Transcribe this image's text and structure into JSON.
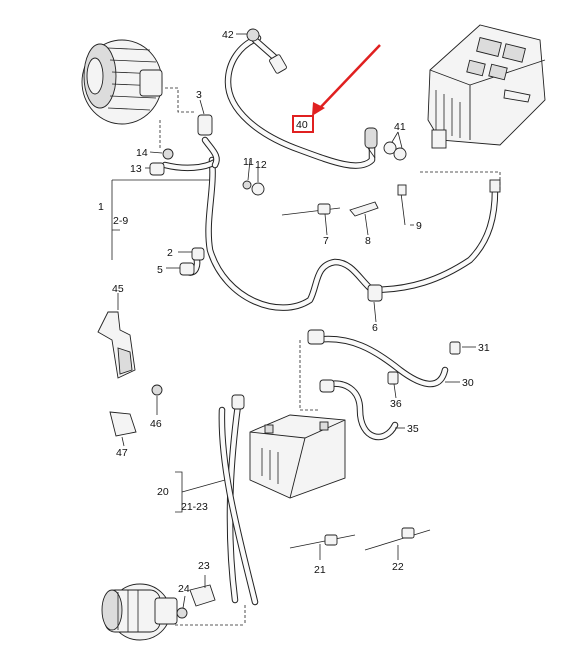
{
  "callouts": {
    "c1": "1",
    "c2_9": "2-9",
    "c2": "2",
    "c3": "3",
    "c5": "5",
    "c6": "6",
    "c7": "7",
    "c8": "8",
    "c9": "9",
    "c11": "11",
    "c12": "12",
    "c13": "13",
    "c14": "14",
    "c20": "20",
    "c21": "21",
    "c21_23": "21-23",
    "c22": "22",
    "c23": "23",
    "c24": "24",
    "c30": "30",
    "c31": "31",
    "c35": "35",
    "c36": "36",
    "c40": "40",
    "c41": "41",
    "c42": "42",
    "c45": "45",
    "c46": "46",
    "c47": "47"
  },
  "highlight": {
    "part": "40",
    "color": "#e02020"
  },
  "icons": {
    "alternator": "alternator-icon",
    "fuse_box": "fuse-relay-box-icon",
    "battery": "battery-icon",
    "starter": "starter-motor-icon",
    "bracket": "bracket-icon"
  }
}
